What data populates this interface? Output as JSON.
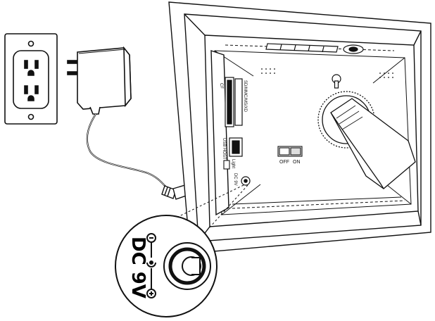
{
  "frame_labels": {
    "card_slot": "SD/MMC/MS/XD",
    "cf_slot": "CF",
    "usb_port": "USB HOST",
    "light": "Light",
    "dc_jack": "DC 9V"
  },
  "switch": {
    "off_label": "OFF",
    "on_label": "ON"
  },
  "callout": {
    "text": "DC 9V"
  },
  "icons": {
    "outlet": "wall-outlet",
    "adapter": "power-adapter",
    "plug": "dc-plug",
    "jack": "dc-jack",
    "polarity_negative": "minus",
    "polarity_positive": "plus"
  }
}
